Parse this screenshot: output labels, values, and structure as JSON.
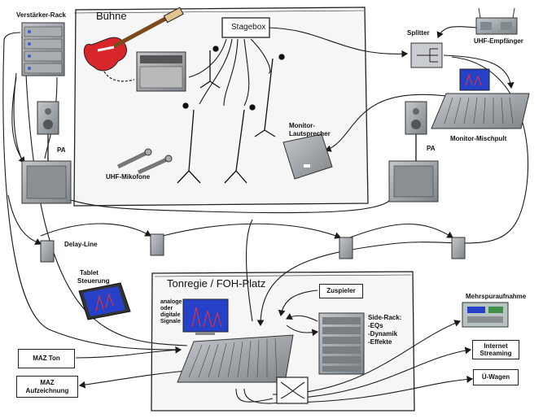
{
  "areas": {
    "stage_title": "Bühne",
    "foh_title": "Tonregie / FOH-Platz"
  },
  "labels": {
    "amp_rack": "Verstärker-Rack",
    "stagebox": "Stagebox",
    "splitter": "Splitter",
    "uhf_receiver": "UHF-Empfänger",
    "pa_left": "PA",
    "pa_right": "PA",
    "uhf_mics": "UHF-Mikofone",
    "monitor_speaker_1": "Monitor-",
    "monitor_speaker_2": "Lautsprecher",
    "monitor_mixer": "Monitor-Mischpult",
    "delay_line": "Delay-Line",
    "tablet_1": "Tablet",
    "tablet_2": "Steuerung",
    "signals_1": "analoge",
    "signals_2": "oder",
    "signals_3": "digitale",
    "signals_4": "Signale",
    "zuspieler": "Zuspieler",
    "side_rack_1": "Side-Rack:",
    "side_rack_2": "-EQs",
    "side_rack_3": "-Dynamik",
    "side_rack_4": "-Effekte",
    "multitrack": "Mehrspuraufnahme",
    "maz_ton": "MAZ Ton",
    "maz_rec_1": "MAZ",
    "maz_rec_2": "Aufzeichnung",
    "streaming_1": "Internet",
    "streaming_2": "Streaming",
    "ob_van": "Ü-Wagen"
  },
  "colors": {
    "guitar": "#d8262b",
    "screen": "#2740c8",
    "line": "#1a1a1a",
    "gear": "#9aa0a6",
    "gear_dark": "#6a6e73"
  }
}
